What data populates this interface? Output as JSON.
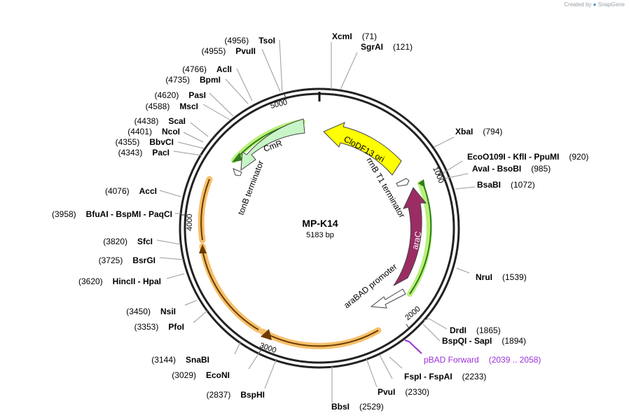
{
  "credit": {
    "prefix": "Created by",
    "brand": "SnapGene"
  },
  "plasmid": {
    "name": "MP-K14",
    "length_label": "5183 bp",
    "length": 5183
  },
  "ticks": [
    "1000",
    "2000",
    "3000",
    "4000",
    "5000"
  ],
  "sites": [
    {
      "name": "XcmI",
      "pos": "(71)"
    },
    {
      "name": "SgrAI",
      "pos": "(121)"
    },
    {
      "name": "XbaI",
      "pos": "(794)"
    },
    {
      "name": "EcoO109I  -  KflI  -  PpuMI",
      "pos": "(920)"
    },
    {
      "name": "AvaI  -  BsoBI",
      "pos": "(985)"
    },
    {
      "name": "BsaBI",
      "pos": "(1072)"
    },
    {
      "name": "NruI",
      "pos": "(1539)"
    },
    {
      "name": "DrdI",
      "pos": "(1865)"
    },
    {
      "name": "BspQI  -  SapI",
      "pos": "(1894)"
    },
    {
      "name": "FspI  -  FspAI",
      "pos": "(2233)"
    },
    {
      "name": "PvuI",
      "pos": "(2330)"
    },
    {
      "name": "BbsI",
      "pos": "(2529)"
    },
    {
      "name": "BspHI",
      "pos": "(2837)"
    },
    {
      "name": "EcoNI",
      "pos": "(3029)"
    },
    {
      "name": "SnaBI",
      "pos": "(3144)"
    },
    {
      "name": "PfoI",
      "pos": "(3353)"
    },
    {
      "name": "NsiI",
      "pos": "(3450)"
    },
    {
      "name": "HincII  -  HpaI",
      "pos": "(3620)"
    },
    {
      "name": "BsrGI",
      "pos": "(3725)"
    },
    {
      "name": "SfcI",
      "pos": "(3820)"
    },
    {
      "name": "BfuAI  -  BspMI  -  PaqCI",
      "pos": "(3958)"
    },
    {
      "name": "AccI",
      "pos": "(4076)"
    },
    {
      "name": "PacI",
      "pos": "(4343)"
    },
    {
      "name": "BbvCI",
      "pos": "(4355)"
    },
    {
      "name": "NcoI",
      "pos": "(4401)"
    },
    {
      "name": "ScaI",
      "pos": "(4438)"
    },
    {
      "name": "MscI",
      "pos": "(4588)"
    },
    {
      "name": "PasI",
      "pos": "(4620)"
    },
    {
      "name": "BpmI",
      "pos": "(4735)"
    },
    {
      "name": "AclI",
      "pos": "(4766)"
    },
    {
      "name": "PvuII",
      "pos": "(4955)"
    },
    {
      "name": "TsoI",
      "pos": "(4956)"
    }
  ],
  "primer": {
    "name": "pBAD Forward",
    "range": "(2039 .. 2058)",
    "color": "#9b30d9"
  },
  "features": {
    "clodf13": {
      "label": "CloDF13 ori",
      "color": "#ffff00"
    },
    "cmr": {
      "label": "CmR",
      "color": "#c8f5c8"
    },
    "arac": {
      "label": "araC",
      "color": "#9b2c64"
    },
    "rrnb": {
      "label": "rrnB T1 terminator"
    },
    "tonb": {
      "label": "tonB terminator"
    },
    "arabad": {
      "label": "araBAD promoter"
    }
  },
  "colors": {
    "orange": "#f5c06b",
    "green_highlight": "#b9f07a",
    "dark_green": "#2f7d1a"
  }
}
